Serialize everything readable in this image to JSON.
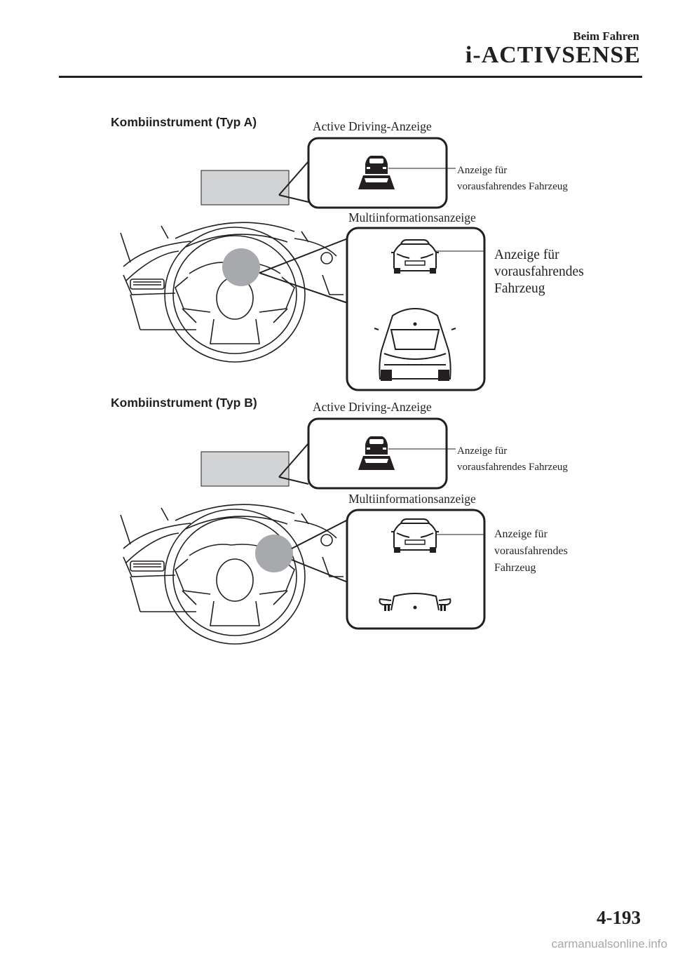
{
  "header": {
    "section": "Beim Fahren",
    "title": "i-ACTIVSENSE"
  },
  "type_a": {
    "heading": "Kombiinstrument (Typ A)",
    "active_driving_label": "Active Driving-Anzeige",
    "active_driving_callout": [
      "Anzeige für",
      "vorausfahrendes Fahrzeug"
    ],
    "multi_info_label": "Multiinformationsanzeige",
    "multi_info_callout": [
      "Anzeige für",
      "vorausfahrendes",
      "Fahrzeug"
    ]
  },
  "type_b": {
    "heading": "Kombiinstrument (Typ B)",
    "active_driving_label": "Active Driving-Anzeige",
    "active_driving_callout": [
      "Anzeige für",
      "vorausfahrendes Fahrzeug"
    ],
    "multi_info_label": "Multiinformationsanzeige",
    "multi_info_callout": [
      "Anzeige für",
      "vorausfahrendes",
      "Fahrzeug"
    ]
  },
  "footer": {
    "page_number": "4-193",
    "watermark": "carmanualsonline.info"
  }
}
